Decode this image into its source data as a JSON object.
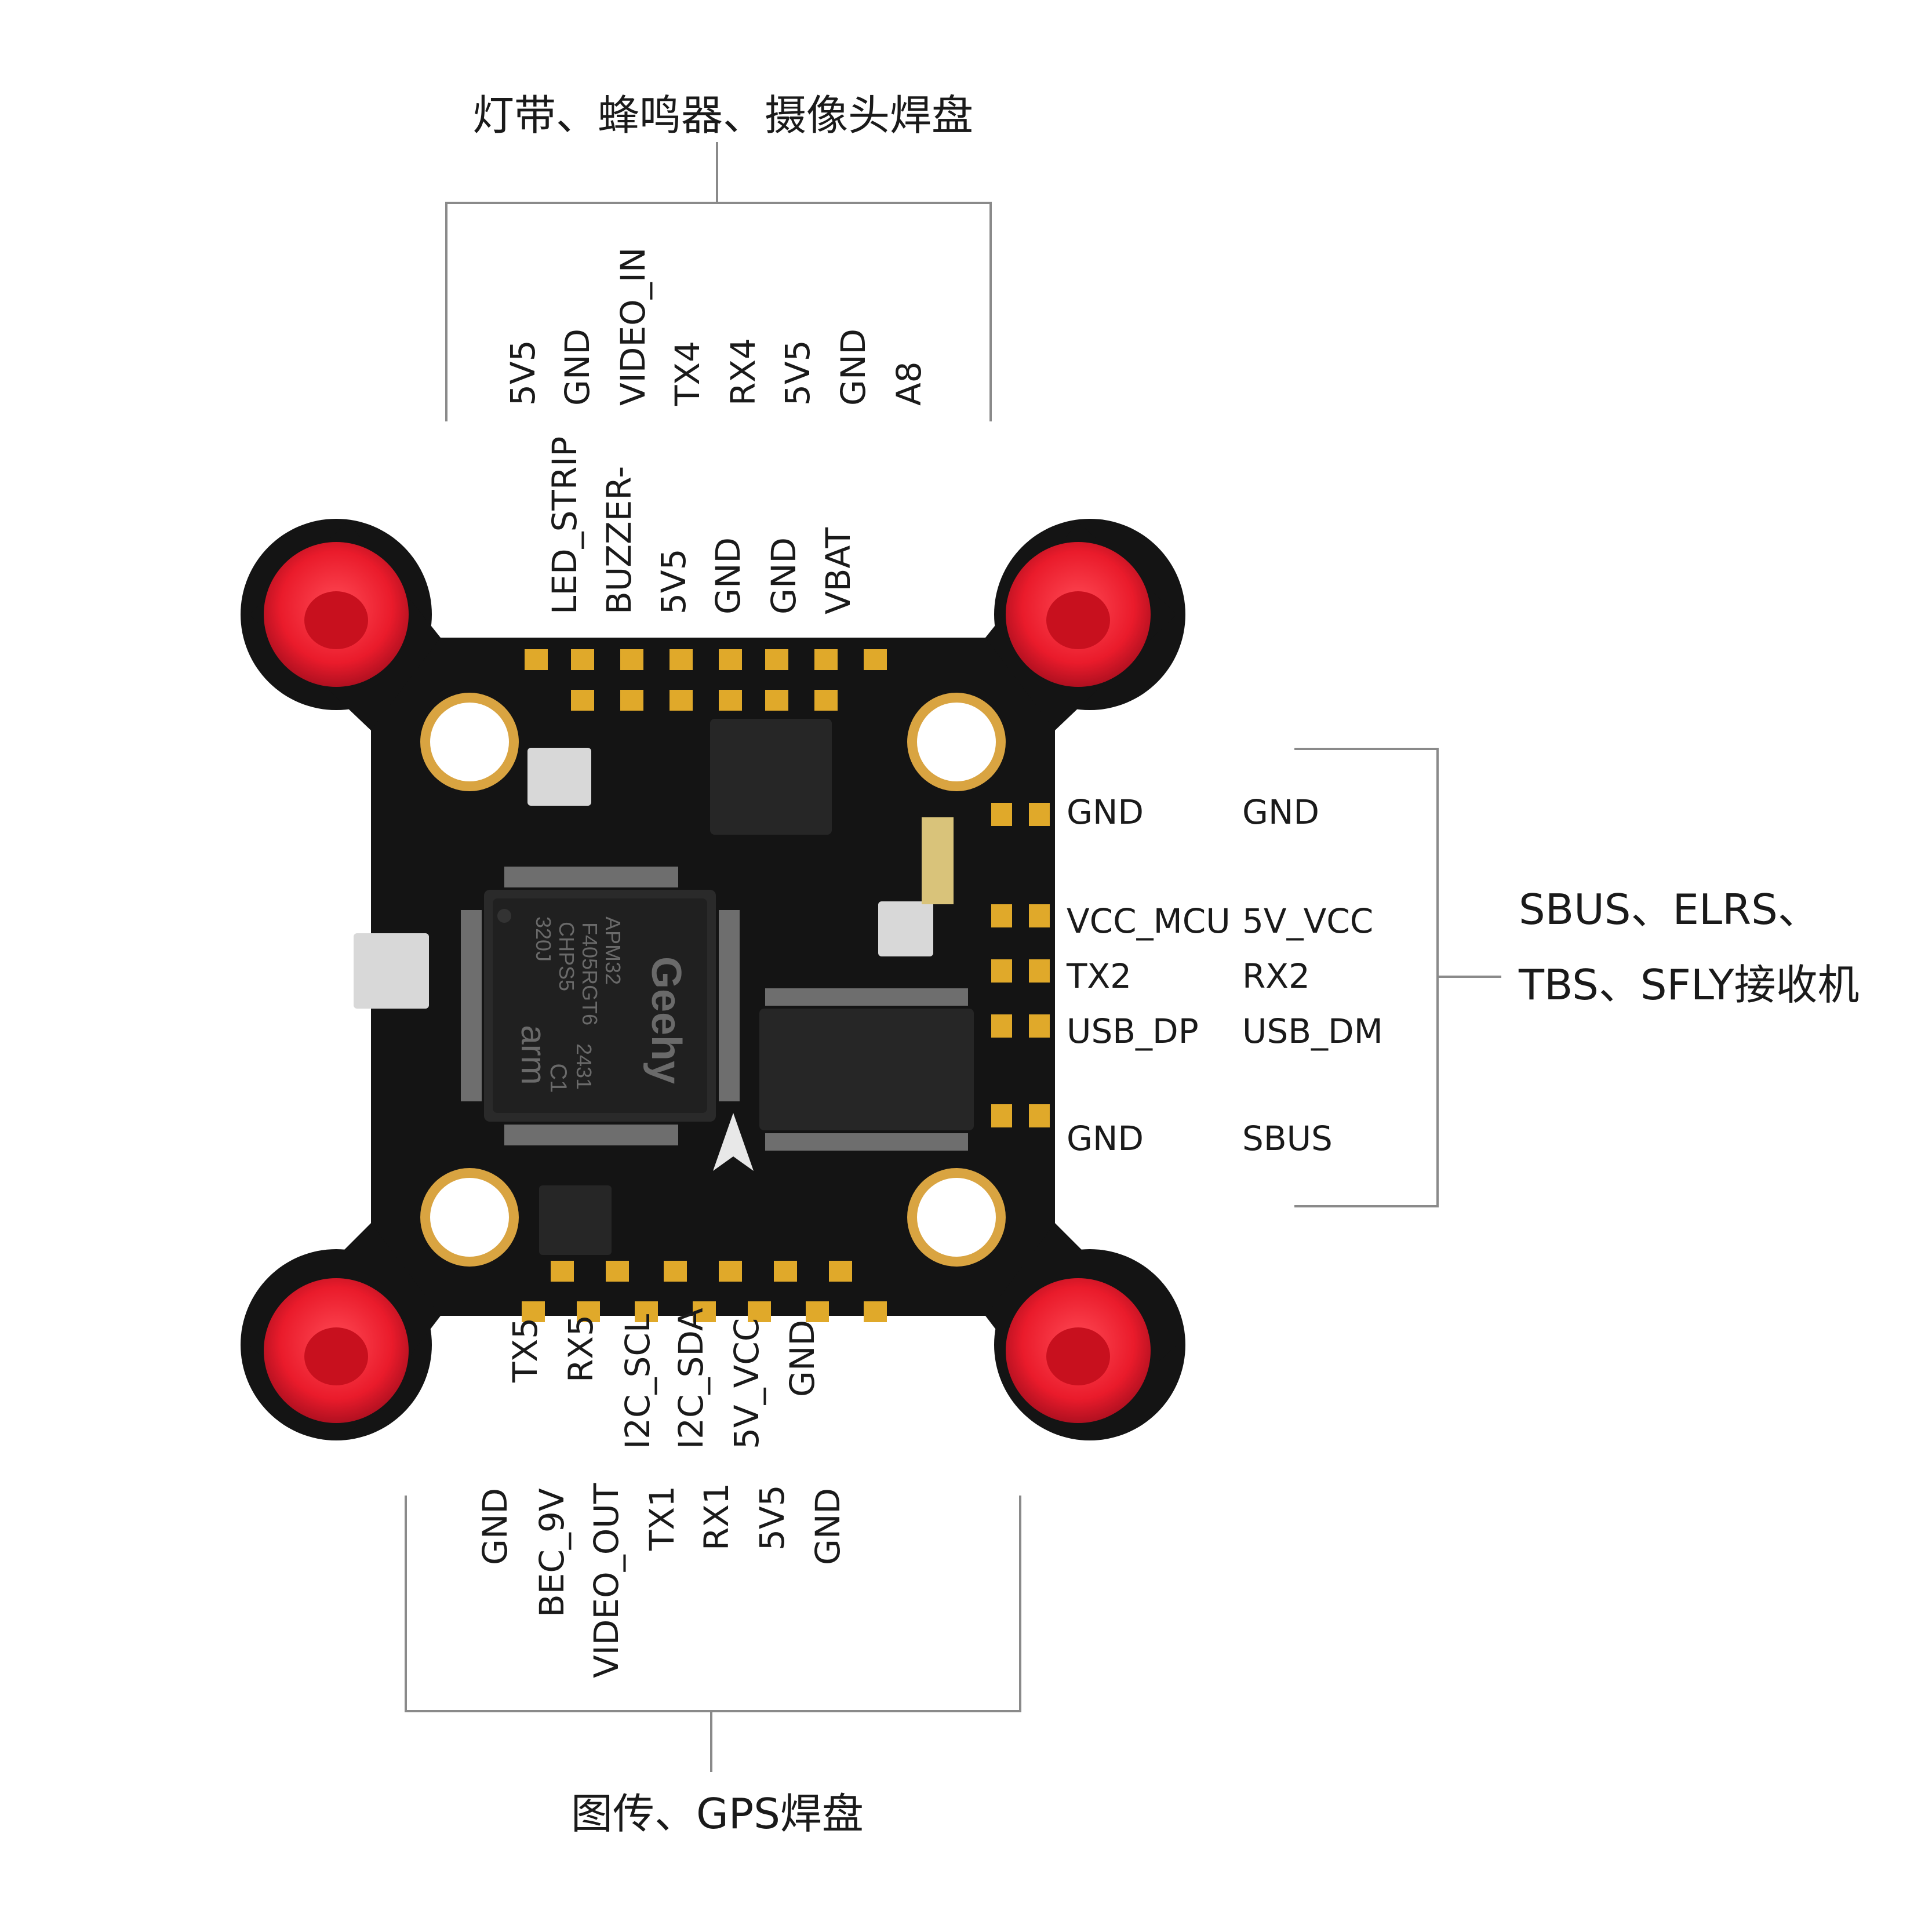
{
  "top_group": {
    "title": "灯带、蜂鸣器、摄像头焊盘",
    "outer_pins": [
      "5V5",
      "GND",
      "VIDEO_IN",
      "TX4",
      "RX4",
      "5V5",
      "GND",
      "A8"
    ],
    "inner_pins": [
      "LED_STRIP",
      "BUZZER-",
      "5V5",
      "GND",
      "GND",
      "VBAT"
    ]
  },
  "right_group": {
    "title_line1": "SBUS、ELRS、",
    "title_line2": "TBS、SFLY接收机",
    "inner_pins": [
      "GND",
      "VCC_MCU",
      "TX2",
      "USB_DP",
      "GND"
    ],
    "outer_pins": [
      "GND",
      "5V_VCC",
      "RX2",
      "USB_DM",
      "SBUS"
    ]
  },
  "bottom_group": {
    "title": "图传、GPS焊盘",
    "inner_pins": [
      "TX5",
      "RX5",
      "I2C_SCL",
      "I2C_SDA",
      "5V_VCC",
      "GND"
    ],
    "outer_pins": [
      "GND",
      "BEC_9V",
      "VIDEO_OUT",
      "TX1",
      "RX1",
      "5V5",
      "GND"
    ]
  },
  "board": {
    "mcu_label_brand": "Geehy",
    "mcu_label_part1": "APM32",
    "mcu_label_part2": "F405RGT6",
    "mcu_label_part3": "CHPS5",
    "mcu_label_part4": "320J",
    "mcu_label_code1": "C1",
    "mcu_label_code2": "2431",
    "mcu_label_arm": "arm",
    "pcb_color": "#141414",
    "pad_color": "#e0a92a",
    "grommet_color": "#ea1b2b"
  }
}
